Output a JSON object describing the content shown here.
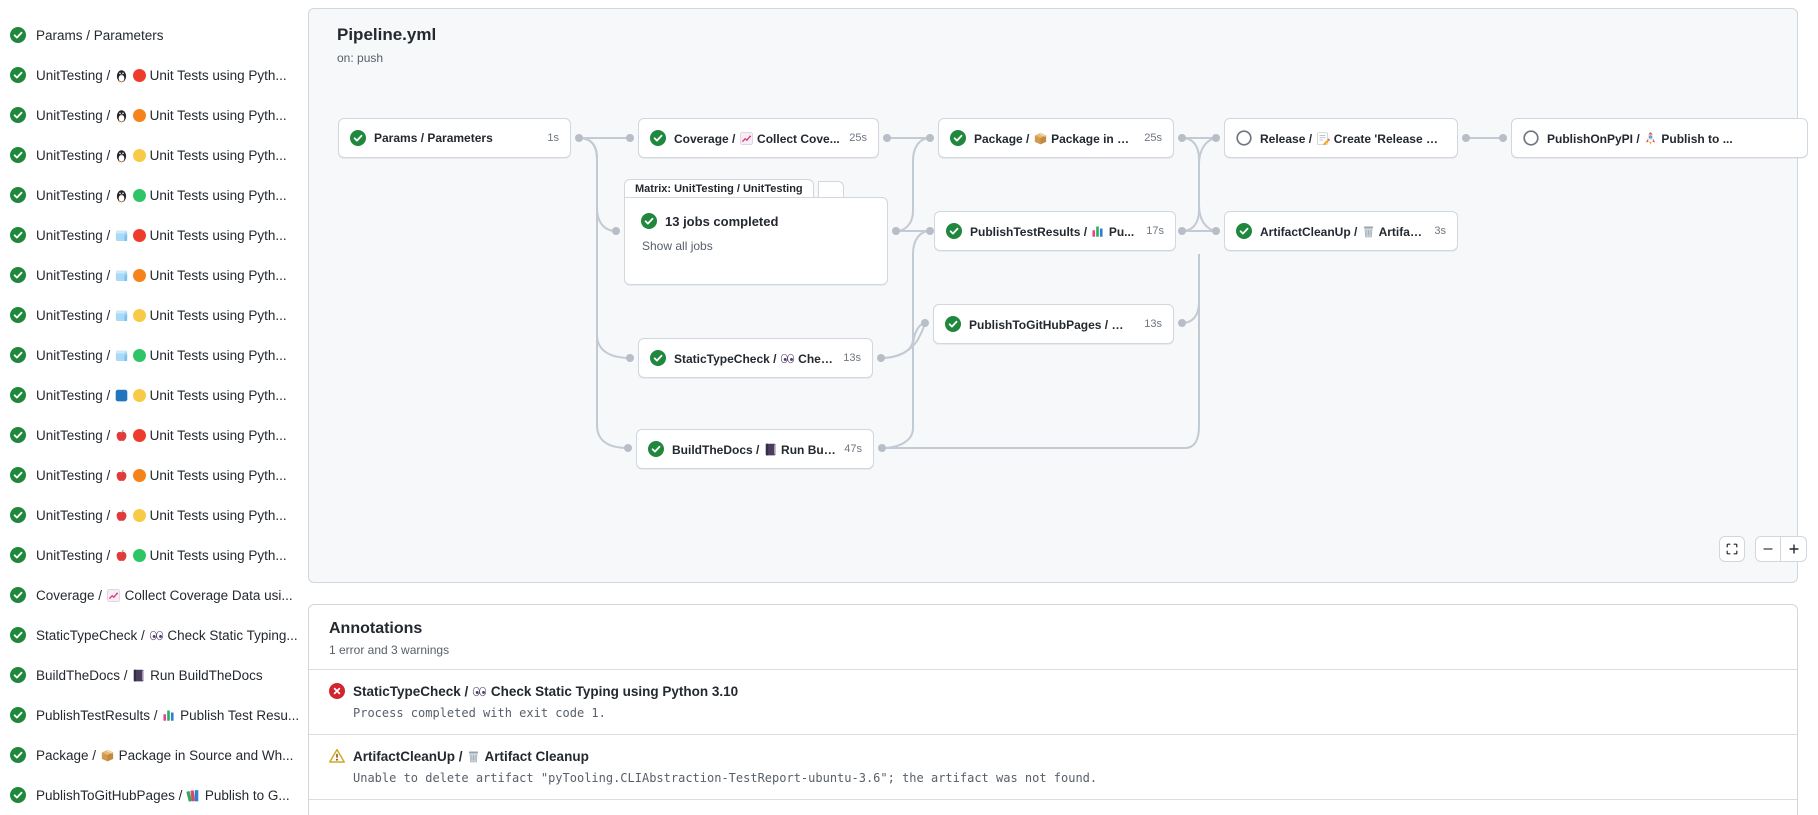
{
  "pipeline": {
    "title": "Pipeline.yml",
    "trigger": "on: push"
  },
  "sidebar": {
    "items": [
      {
        "status": "success",
        "label": "Params / Parameters"
      },
      {
        "status": "success",
        "prefix": "UnitTesting /",
        "os_icon": "linux-icon",
        "python_color": "red",
        "suffix": "Unit Tests using Pyth..."
      },
      {
        "status": "success",
        "prefix": "UnitTesting /",
        "os_icon": "linux-icon",
        "python_color": "orange",
        "suffix": "Unit Tests using Pyth..."
      },
      {
        "status": "success",
        "prefix": "UnitTesting /",
        "os_icon": "linux-icon",
        "python_color": "yellow",
        "suffix": "Unit Tests using Pyth..."
      },
      {
        "status": "success",
        "prefix": "UnitTesting /",
        "os_icon": "linux-icon",
        "python_color": "green",
        "suffix": "Unit Tests using Pyth..."
      },
      {
        "status": "success",
        "prefix": "UnitTesting /",
        "os_icon": "ice-cube-icon",
        "python_color": "red",
        "suffix": "Unit Tests using Pyth..."
      },
      {
        "status": "success",
        "prefix": "UnitTesting /",
        "os_icon": "ice-cube-icon",
        "python_color": "orange",
        "suffix": "Unit Tests using Pyth..."
      },
      {
        "status": "success",
        "prefix": "UnitTesting /",
        "os_icon": "ice-cube-icon",
        "python_color": "yellow",
        "suffix": "Unit Tests using Pyth..."
      },
      {
        "status": "success",
        "prefix": "UnitTesting /",
        "os_icon": "ice-cube-icon",
        "python_color": "green",
        "suffix": "Unit Tests using Pyth..."
      },
      {
        "status": "success",
        "prefix": "UnitTesting /",
        "os_icon": "blue-square-icon",
        "python_color": "yellow",
        "suffix": "Unit Tests using Pyth..."
      },
      {
        "status": "success",
        "prefix": "UnitTesting /",
        "os_icon": "apple-icon",
        "python_color": "red",
        "suffix": "Unit Tests using Pyth..."
      },
      {
        "status": "success",
        "prefix": "UnitTesting /",
        "os_icon": "apple-icon",
        "python_color": "orange",
        "suffix": "Unit Tests using Pyth..."
      },
      {
        "status": "success",
        "prefix": "UnitTesting /",
        "os_icon": "apple-icon",
        "python_color": "yellow",
        "suffix": "Unit Tests using Pyth..."
      },
      {
        "status": "success",
        "prefix": "UnitTesting /",
        "os_icon": "apple-icon",
        "python_color": "green",
        "suffix": "Unit Tests using Pyth..."
      },
      {
        "status": "success",
        "prefix": "Coverage /",
        "icon": "chart-increasing-icon",
        "suffix": "Collect Coverage Data usi..."
      },
      {
        "status": "success",
        "prefix": "StaticTypeCheck /",
        "icon": "eyes-icon",
        "suffix": "Check Static Typing..."
      },
      {
        "status": "success",
        "prefix": "BuildTheDocs /",
        "icon": "notebook-icon",
        "suffix": "Run BuildTheDocs"
      },
      {
        "status": "success",
        "prefix": "PublishTestResults /",
        "icon": "bar-chart-icon",
        "suffix": "Publish Test Resu..."
      },
      {
        "status": "success",
        "prefix": "Package /",
        "icon": "package-icon",
        "suffix": "Package in Source and Wh..."
      },
      {
        "status": "success",
        "prefix": "PublishToGitHubPages /",
        "icon": "books-icon",
        "suffix": "Publish to G..."
      }
    ]
  },
  "graph": {
    "matrix": {
      "tab_label": "Matrix: UnitTesting / UnitTesting",
      "status": "success",
      "summary": "13 jobs completed",
      "show_all": "Show all jobs"
    },
    "nodes": [
      {
        "id": "params",
        "status": "success",
        "prefix": "Params / Parameters",
        "suffix": "",
        "duration": "1s"
      },
      {
        "id": "coverage",
        "status": "success",
        "prefix": "Coverage /",
        "icon": "chart-increasing-icon",
        "suffix": "Collect Cove...",
        "duration": "25s"
      },
      {
        "id": "statictypecheck",
        "status": "success",
        "prefix": "StaticTypeCheck /",
        "icon": "eyes-icon",
        "suffix": "Chec...",
        "duration": "13s"
      },
      {
        "id": "buildthedocs",
        "status": "success",
        "prefix": "BuildTheDocs /",
        "icon": "notebook-icon",
        "suffix": "Run Buil...",
        "duration": "47s"
      },
      {
        "id": "package",
        "status": "success",
        "prefix": "Package /",
        "icon": "package-icon",
        "suffix": "Package in So...",
        "duration": "25s"
      },
      {
        "id": "publishtestresults",
        "status": "success",
        "prefix": "PublishTestResults /",
        "icon": "bar-chart-icon",
        "suffix": "Pu...",
        "duration": "17s"
      },
      {
        "id": "publishtogithubpages",
        "status": "success",
        "prefix": "PublishToGitHubPages /",
        "icon": "books-icon",
        "suffix": "...",
        "duration": "13s"
      },
      {
        "id": "release",
        "status": "skipped",
        "prefix": "Release /",
        "icon": "memo-icon",
        "suffix": "Create 'Release P...",
        "duration": ""
      },
      {
        "id": "artifactcleanup",
        "status": "success",
        "prefix": "ArtifactCleanUp /",
        "icon": "wastebasket-icon",
        "suffix": "Artifac...",
        "duration": "3s"
      },
      {
        "id": "publishonpypi",
        "status": "skipped",
        "prefix": "PublishOnPyPI /",
        "icon": "rocket-icon",
        "suffix": "Publish to ...",
        "duration": ""
      }
    ]
  },
  "zoom_controls": {
    "fullscreen_icon": "fullscreen-icon",
    "zoom_out_icon": "minus-icon",
    "zoom_in_icon": "plus-icon"
  },
  "annotations": {
    "title": "Annotations",
    "summary": "1 error and 3 warnings",
    "items": [
      {
        "severity": "error",
        "prefix": "StaticTypeCheck /",
        "icon": "eyes-icon",
        "suffix": "Check Static Typing using Python 3.10",
        "message": "Process completed with exit code 1."
      },
      {
        "severity": "warning",
        "prefix": "ArtifactCleanUp /",
        "icon": "wastebasket-icon",
        "suffix": "Artifact Cleanup",
        "message": "Unable to delete artifact \"pyTooling.CLIAbstraction-TestReport-ubuntu-3.6\"; the artifact was not found."
      }
    ]
  },
  "colors": {
    "success": "#1f883d",
    "error": "#d1242f",
    "warning_outline": "#d4a72c",
    "skipped": "#6e7781",
    "edge": "#c2cad3",
    "node_border": "#d0d7de",
    "graph_canvas": "#f6f8fa",
    "python_red": "#ee3b2e",
    "python_orange": "#f6821c",
    "python_yellow": "#f7cb45",
    "python_green": "#2fc465"
  }
}
